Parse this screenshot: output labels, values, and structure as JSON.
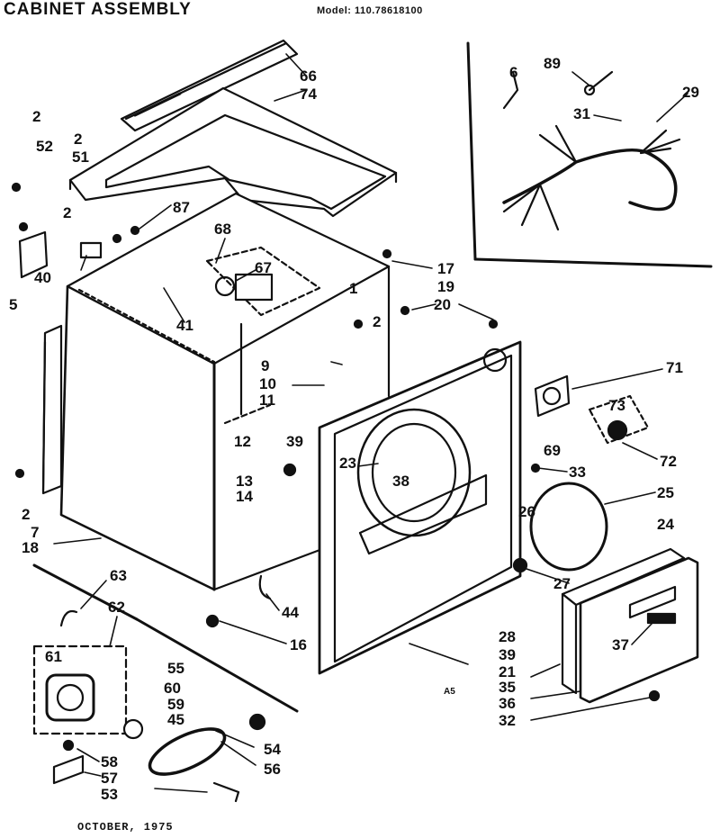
{
  "header": {
    "title": "CABINET ASSEMBLY",
    "model": "Model: 110.78618100"
  },
  "footer": {
    "date": "OCTOBER, 1975"
  },
  "page_code": "A5",
  "callouts": [
    {
      "id": "c66",
      "label": "66"
    },
    {
      "id": "c74",
      "label": "74"
    },
    {
      "id": "c2a",
      "label": "2"
    },
    {
      "id": "c52",
      "label": "52"
    },
    {
      "id": "c2b",
      "label": "2"
    },
    {
      "id": "c51",
      "label": "51"
    },
    {
      "id": "c2c",
      "label": "2"
    },
    {
      "id": "c87",
      "label": "87"
    },
    {
      "id": "c68",
      "label": "68"
    },
    {
      "id": "c67",
      "label": "67"
    },
    {
      "id": "c40",
      "label": "40"
    },
    {
      "id": "c5",
      "label": "5"
    },
    {
      "id": "c41",
      "label": "41"
    },
    {
      "id": "c17",
      "label": "17"
    },
    {
      "id": "c19",
      "label": "19"
    },
    {
      "id": "c20",
      "label": "20"
    },
    {
      "id": "c1",
      "label": "1"
    },
    {
      "id": "c2d",
      "label": "2"
    },
    {
      "id": "c89",
      "label": "89"
    },
    {
      "id": "c6",
      "label": "6"
    },
    {
      "id": "c29",
      "label": "29"
    },
    {
      "id": "c31",
      "label": "31"
    },
    {
      "id": "c71",
      "label": "71"
    },
    {
      "id": "c73",
      "label": "73"
    },
    {
      "id": "c69",
      "label": "69"
    },
    {
      "id": "c72",
      "label": "72"
    },
    {
      "id": "c9",
      "label": "9"
    },
    {
      "id": "c10",
      "label": "10"
    },
    {
      "id": "c11",
      "label": "11"
    },
    {
      "id": "c12",
      "label": "12"
    },
    {
      "id": "c39a",
      "label": "39"
    },
    {
      "id": "c13",
      "label": "13"
    },
    {
      "id": "c14",
      "label": "14"
    },
    {
      "id": "c23",
      "label": "23"
    },
    {
      "id": "c38",
      "label": "38"
    },
    {
      "id": "c33",
      "label": "33"
    },
    {
      "id": "c25",
      "label": "25"
    },
    {
      "id": "c26",
      "label": "26"
    },
    {
      "id": "c24",
      "label": "24"
    },
    {
      "id": "c27",
      "label": "27"
    },
    {
      "id": "c2e",
      "label": "2"
    },
    {
      "id": "c7",
      "label": "7"
    },
    {
      "id": "c18",
      "label": "18"
    },
    {
      "id": "c44",
      "label": "44"
    },
    {
      "id": "c16",
      "label": "16"
    },
    {
      "id": "c63",
      "label": "63"
    },
    {
      "id": "c62",
      "label": "62"
    },
    {
      "id": "c61",
      "label": "61"
    },
    {
      "id": "c55",
      "label": "55"
    },
    {
      "id": "c60",
      "label": "60"
    },
    {
      "id": "c59",
      "label": "59"
    },
    {
      "id": "c45",
      "label": "45"
    },
    {
      "id": "c58",
      "label": "58"
    },
    {
      "id": "c57",
      "label": "57"
    },
    {
      "id": "c53",
      "label": "53"
    },
    {
      "id": "c54",
      "label": "54"
    },
    {
      "id": "c56",
      "label": "56"
    },
    {
      "id": "c28",
      "label": "28"
    },
    {
      "id": "c39b",
      "label": "39"
    },
    {
      "id": "c21",
      "label": "21"
    },
    {
      "id": "c35",
      "label": "35"
    },
    {
      "id": "c36",
      "label": "36"
    },
    {
      "id": "c32",
      "label": "32"
    },
    {
      "id": "c37",
      "label": "37"
    }
  ]
}
